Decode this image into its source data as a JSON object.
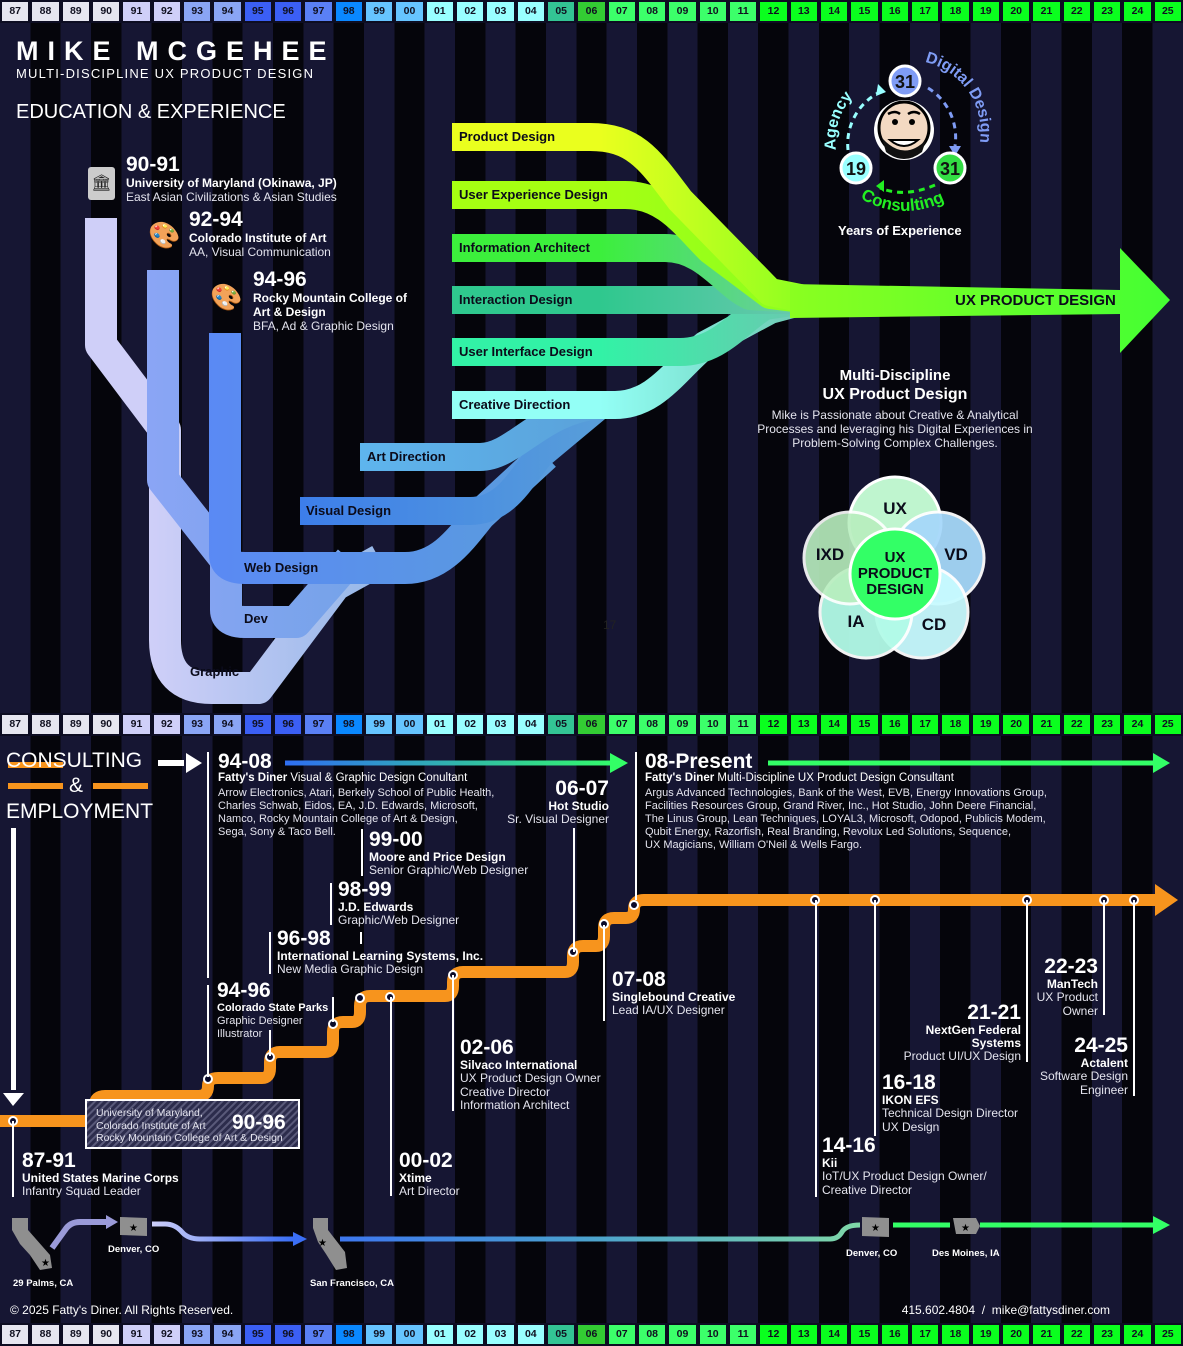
{
  "years": [
    {
      "label": "87",
      "color": "#e6e6f0"
    },
    {
      "label": "88",
      "color": "#e6e6f0"
    },
    {
      "label": "89",
      "color": "#e6e6f0"
    },
    {
      "label": "90",
      "color": "#e6e6f0"
    },
    {
      "label": "91",
      "color": "#cfcff8"
    },
    {
      "label": "92",
      "color": "#cfcff8"
    },
    {
      "label": "93",
      "color": "#8aa5f5"
    },
    {
      "label": "94",
      "color": "#8aa5f5"
    },
    {
      "label": "95",
      "color": "#3b5ff5"
    },
    {
      "label": "96",
      "color": "#3b5ff5"
    },
    {
      "label": "97",
      "color": "#5a80f5"
    },
    {
      "label": "98",
      "color": "#0a88ff"
    },
    {
      "label": "99",
      "color": "#66c4ff"
    },
    {
      "label": "00",
      "color": "#66c4ff"
    },
    {
      "label": "01",
      "color": "#99ffff"
    },
    {
      "label": "02",
      "color": "#99ffff"
    },
    {
      "label": "03",
      "color": "#99ffff"
    },
    {
      "label": "04",
      "color": "#99ffff"
    },
    {
      "label": "05",
      "color": "#33c494"
    },
    {
      "label": "06",
      "color": "#33cc33"
    },
    {
      "label": "07",
      "color": "#3cff6a"
    },
    {
      "label": "08",
      "color": "#3cff6a"
    },
    {
      "label": "09",
      "color": "#3cff6a"
    },
    {
      "label": "10",
      "color": "#3cff6a"
    },
    {
      "label": "11",
      "color": "#3cff6a"
    },
    {
      "label": "12",
      "color": "#0aff1e"
    },
    {
      "label": "13",
      "color": "#0aff1e"
    },
    {
      "label": "14",
      "color": "#0aff1e"
    },
    {
      "label": "15",
      "color": "#0aff1e"
    },
    {
      "label": "16",
      "color": "#0aff1e"
    },
    {
      "label": "17",
      "color": "#0aff1e"
    },
    {
      "label": "18",
      "color": "#0aff1e"
    },
    {
      "label": "19",
      "color": "#0aff1e"
    },
    {
      "label": "20",
      "color": "#0aff1e"
    },
    {
      "label": "21",
      "color": "#0aff1e"
    },
    {
      "label": "22",
      "color": "#0aff1e"
    },
    {
      "label": "23",
      "color": "#0aff1e"
    },
    {
      "label": "24",
      "color": "#0aff1e"
    },
    {
      "label": "25",
      "color": "#0aff1e"
    }
  ],
  "header": {
    "name": "MIKE MCGEHEE",
    "subtitle": "MULTI-DISCIPLINE UX PRODUCT DESIGN",
    "section": "EDUCATION & EXPERIENCE"
  },
  "education": [
    {
      "years": "90-91",
      "school": "University of Maryland (Okinawa, JP)",
      "degree": "East Asian Civilizations & Asian Studies",
      "icon": "building-book-icon"
    },
    {
      "years": "92-94",
      "school": "Colorado Institute of Art",
      "degree": "AA, Visual Communication",
      "icon": "palette-icon"
    },
    {
      "years": "94-96",
      "school": "Rocky Mountain College of",
      "school2": "Art & Design",
      "degree": "BFA, Ad & Graphic Design",
      "icon": "palette-icon"
    }
  ],
  "bands": [
    {
      "label": "Product Design",
      "color": "#eaff1e"
    },
    {
      "label": "User Experience Design",
      "color": "#a6ff12"
    },
    {
      "label": "Information Architect",
      "color": "#3cef3c"
    },
    {
      "label": "Interaction Design",
      "color": "#2fc88e"
    },
    {
      "label": "User Interface Design",
      "color": "#32f2a6"
    },
    {
      "label": "Creative Direction",
      "color": "#93fff6"
    },
    {
      "label": "Art Direction",
      "color": "#62c6ff"
    },
    {
      "label": "Visual Design",
      "color": "#2f6ef2"
    },
    {
      "label": "Web Design",
      "color": "#5a86f8"
    },
    {
      "label": "Dev",
      "color": "#8aa5f5"
    },
    {
      "label": "Graphic",
      "color": "#cfcff8"
    }
  ],
  "stray_label": "17",
  "main_arrow": {
    "label": "UX PRODUCT DESIGN",
    "color": "#44ff33"
  },
  "experience": {
    "top": "31",
    "left": "19",
    "right": "31",
    "agency": "Agency",
    "digital": "Digital Design",
    "consulting": "Consulting",
    "caption": "Years of Experience"
  },
  "summary": {
    "title1": "Multi-Discipline",
    "title2": "UX Product Design",
    "lines": [
      "Mike is Passionate about Creative & Analytical",
      "Processes and leveraging his Digital Experiences in",
      "Problem-Solving Complex Challenges."
    ]
  },
  "venn": {
    "center": [
      "UX",
      "PRODUCT",
      "DESIGN"
    ],
    "ux": "UX",
    "vd": "VD",
    "cd": "CD",
    "ia": "IA",
    "ixd": "IXD"
  },
  "consulting": {
    "line1": "CONSULTING",
    "amp": "&",
    "line2": "EMPLOYMENT"
  },
  "jobs": {
    "f1": {
      "years": "94-08",
      "company": "Fatty's Diner",
      "role": "Visual & Graphic Design Conultant",
      "clients": [
        "Arrow Electronics, Atari, Berkely School of Public Health,",
        "Charles Schwab, Eidos, EA, J.D. Edwards, Microsoft,",
        "Namco, Rocky Mountain College of Art & Design,",
        "Sega, Sony & Taco Bell."
      ]
    },
    "f2": {
      "years": "08-Present",
      "company": "Fatty's Diner",
      "role": "Multi-Discipline UX Product Design Consultant",
      "clients": [
        "Argus Advanced Technologies, Bank of the West, EVB, Energy Innovations Group,",
        "Facilities Resources Group, Grand River, Inc., Hot Studio, John Deere Financial,",
        "The Linus Group, Lean Techniques, LOYAL3, Microsoft, Odopod, Publicis Modem,",
        "Qubit Energy, Razorfish, Real Branding, Revolux Led Solutions, Sequence,",
        "UX Magicians, William O'Neil & Wells Fargo."
      ]
    },
    "hot": {
      "years": "06-07",
      "company": "Hot Studio",
      "role": "Sr. Visual Designer"
    },
    "moore": {
      "years": "99-00",
      "company": "Moore and Price Design",
      "role": "Senior Graphic/Web Designer"
    },
    "jde": {
      "years": "98-99",
      "company": "J.D. Edwards",
      "role": "Graphic/Web Designer"
    },
    "ils": {
      "years": "96-98",
      "company": "International Learning Systems, Inc.",
      "role": "New Media Graphic Design"
    },
    "csp": {
      "years": "94-96",
      "company": "Colorado State Parks",
      "role": "Graphic Designer",
      "role2": "Illustrator"
    },
    "school": {
      "years": "90-96",
      "lines": [
        "University of Maryland,",
        "Colorado Institute of Art",
        "Rocky Mountain College of Art & Design"
      ]
    },
    "usmc": {
      "years": "87-91",
      "company": "United States Marine Corps",
      "role": "Infantry Squad Leader"
    },
    "xtime": {
      "years": "00-02",
      "company": "Xtime",
      "role": "Art Director"
    },
    "silvaco": {
      "years": "02-06",
      "company": "Silvaco International",
      "roles": [
        "UX Product Design Owner",
        "Creative Director",
        "Information Architect"
      ]
    },
    "single": {
      "years": "07-08",
      "company": "Singlebound Creative",
      "role": "Lead IA/UX Designer"
    },
    "kii": {
      "years": "14-16",
      "company": "Kii",
      "roles": [
        "IoT/UX Product Design Owner/",
        "Creative Director"
      ]
    },
    "ikon": {
      "years": "16-18",
      "company": "IKON EFS",
      "roles": [
        "Technical Design Director",
        "UX Design"
      ]
    },
    "nextgen": {
      "years": "21-21",
      "company": [
        "NextGen Federal",
        "Systems"
      ],
      "role": "Product UI/UX Design"
    },
    "mantech": {
      "years": "22-23",
      "company": "ManTech",
      "roles": [
        "UX Product",
        "Owner"
      ]
    },
    "actalent": {
      "years": "24-25",
      "company": "Actalent",
      "roles": [
        "Software Design",
        "Engineer"
      ]
    }
  },
  "timeline_color": "#f7941d",
  "locations": [
    "29 Palms, CA",
    "Denver, CO",
    "San Francisco, CA",
    "Denver, CO",
    "Des Moines, IA"
  ],
  "footer": {
    "copyright": "© 2025 Fatty's Diner. All Rights Reserved.",
    "contact": "415.602.4804  /  mike@fattysdiner.com"
  }
}
